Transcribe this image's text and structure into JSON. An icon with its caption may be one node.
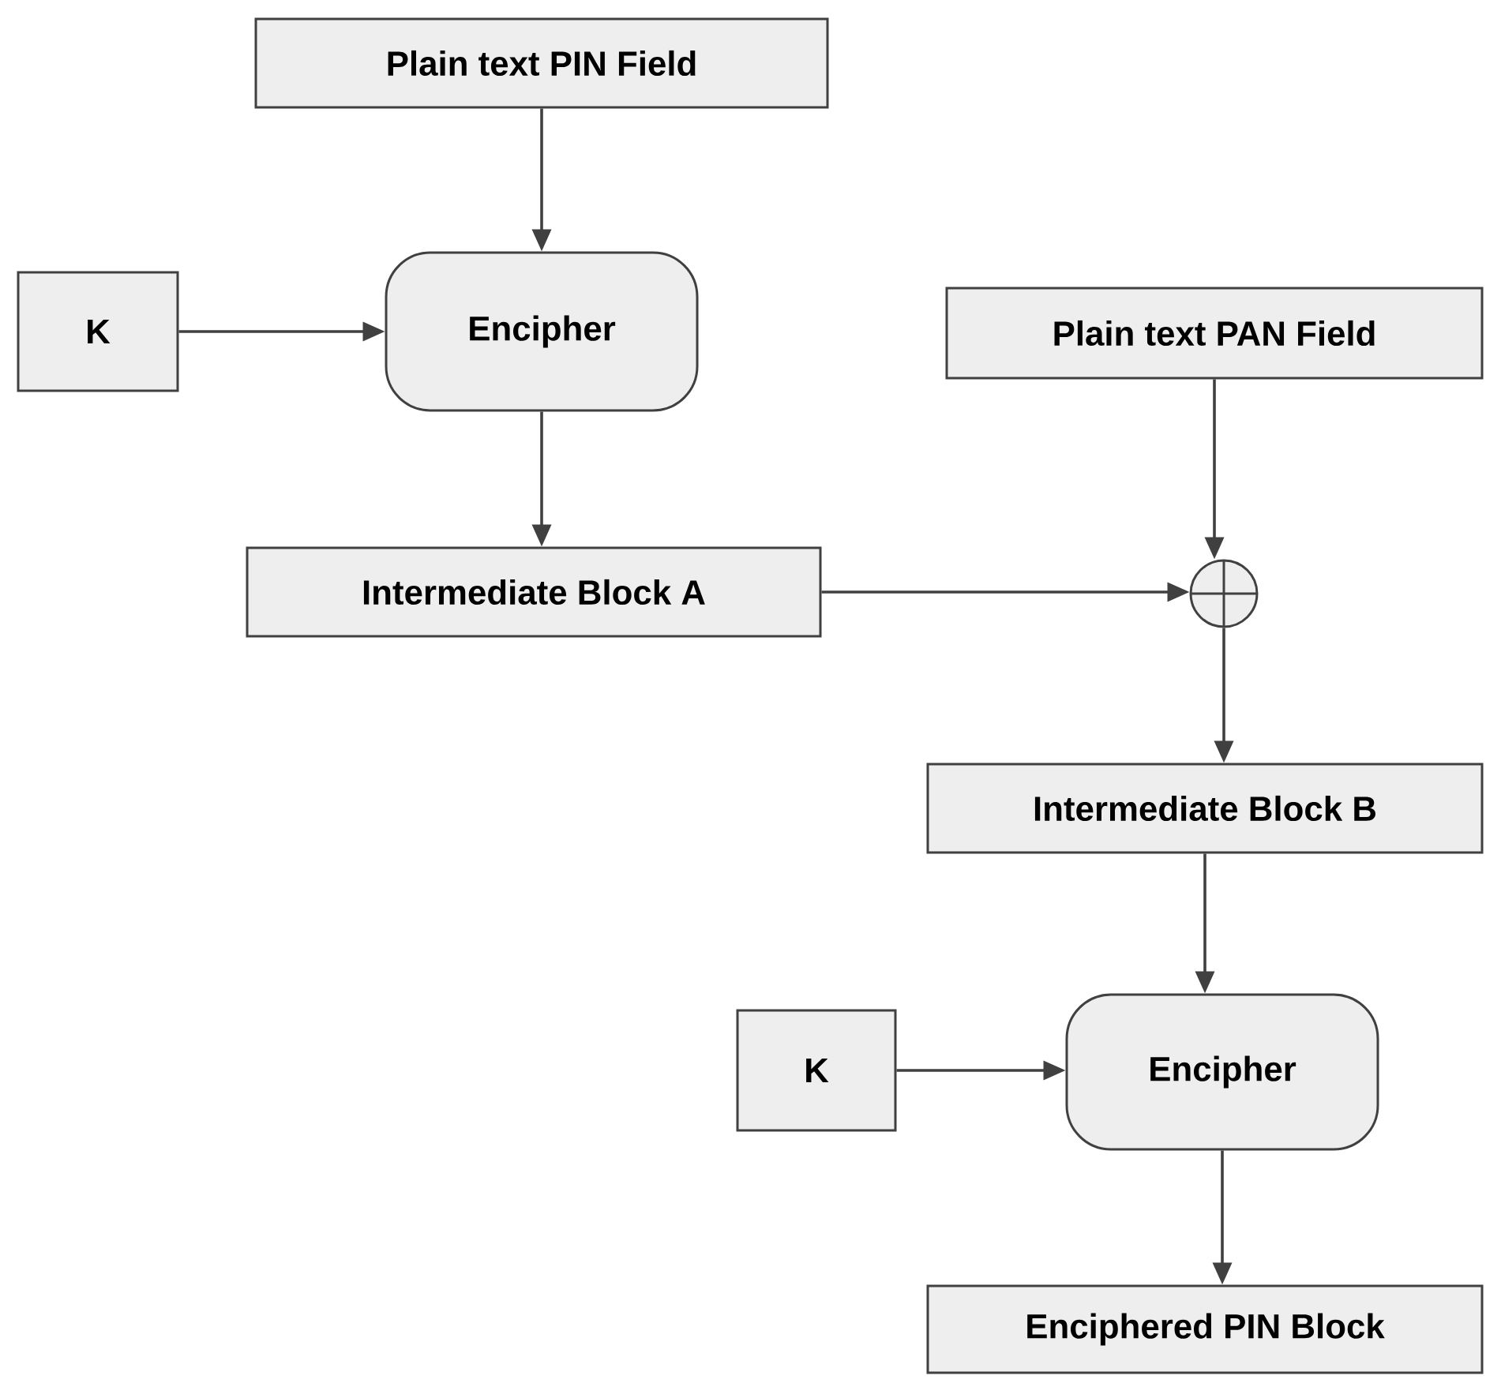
{
  "diagram": {
    "nodes": [
      {
        "text": [
          "Plain text PIN Field"
        ]
      },
      {
        "text": [
          "K"
        ]
      },
      {
        "text": [
          "Encipher"
        ]
      },
      {
        "text": [
          "Plain text PAN Field"
        ]
      },
      {
        "text": [
          "Intermediate Block A"
        ]
      },
      {
        "text": [],
        "shape": "circle"
      },
      {
        "text": [
          "Intermediate Block B"
        ]
      },
      {
        "text": [
          "K"
        ]
      },
      {
        "text": [
          "Encipher"
        ]
      },
      {
        "text": [
          "Enciphered PIN Block"
        ]
      }
    ],
    "edges": [
      {
        "from": 0,
        "to": 2,
        "arrow": "to"
      },
      {
        "from": 1,
        "to": 2,
        "arrow": "to"
      },
      {
        "from": 2,
        "to": 4,
        "arrow": "to"
      },
      {
        "from": 4,
        "to": 5,
        "arrow": "to"
      },
      {
        "from": 3,
        "to": 5,
        "arrow": "to"
      },
      {
        "from": 5,
        "to": 6,
        "arrow": "to"
      },
      {
        "from": 6,
        "to": 8,
        "arrow": "to"
      },
      {
        "from": 7,
        "to": 8,
        "arrow": "to"
      },
      {
        "from": 8,
        "to": 9,
        "arrow": "to"
      }
    ]
  }
}
